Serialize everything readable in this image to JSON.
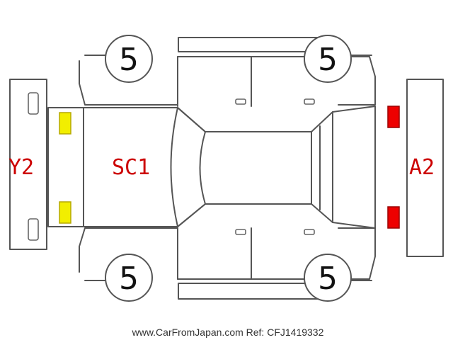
{
  "labels": {
    "rear": "Y2",
    "roof": "SC1",
    "front": "A2"
  },
  "tires": {
    "front_left": "5",
    "front_right": "5",
    "rear_left": "5",
    "rear_right": "5"
  },
  "watermark": "www.CarFromJapan.com Ref: CFJ1419332",
  "colors": {
    "label_text": "#cc0000",
    "rear_marker_fill": "#f2ee00",
    "rear_marker_stroke": "#b5a800",
    "front_marker_fill": "#ee0000",
    "front_marker_stroke": "#990000",
    "outline": "#555555"
  }
}
